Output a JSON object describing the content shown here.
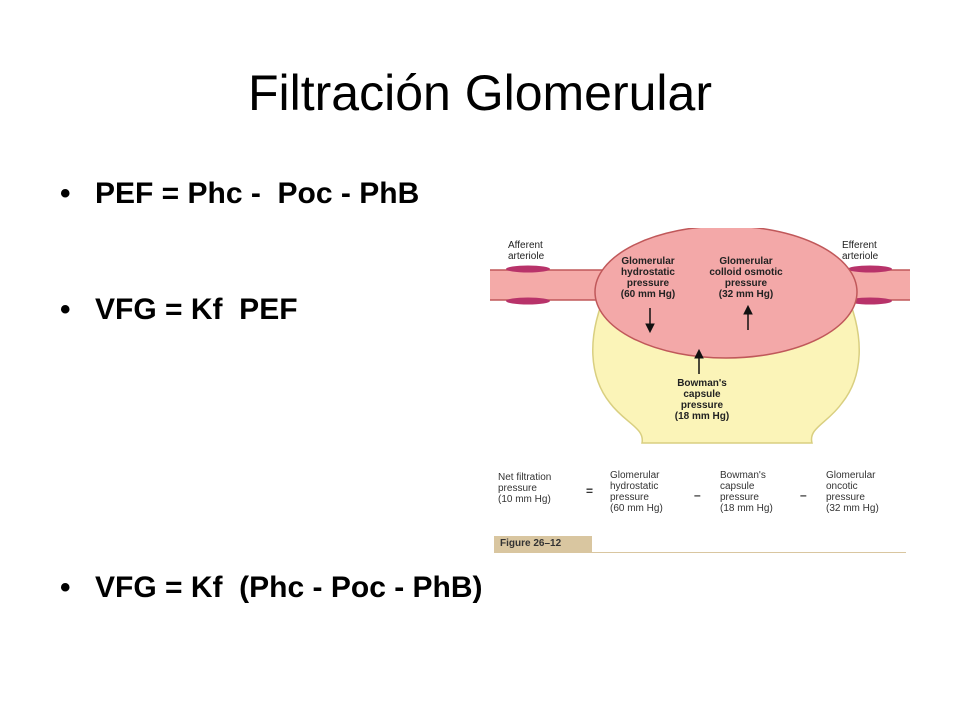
{
  "slide": {
    "title": "Filtración Glomerular",
    "bullets": [
      "PEF = Phc -  Poc - PhB",
      "VFG = Kf  PEF",
      "VFG = Kf  (Phc - Poc - PhB)"
    ],
    "bullet_symbol": "•"
  },
  "figure": {
    "afferent_label": [
      "Afferent",
      "arteriole"
    ],
    "efferent_label": [
      "Efferent",
      "arteriole"
    ],
    "glomerular_hydrostatic": [
      "Glomerular",
      "hydrostatic",
      "pressure",
      "(60 mm Hg)"
    ],
    "glomerular_colloid": [
      "Glomerular",
      "colloid osmotic",
      "pressure",
      "(32 mm Hg)"
    ],
    "bowman_capsule": [
      "Bowman's",
      "capsule",
      "pressure",
      "(18 mm Hg)"
    ],
    "equation": {
      "net": [
        "Net filtration",
        "pressure",
        "(10 mm Hg)"
      ],
      "term1": [
        "Glomerular",
        "hydrostatic",
        "pressure",
        "(60 mm Hg)"
      ],
      "term2": [
        "Bowman's",
        "capsule",
        "pressure",
        "(18 mm Hg)"
      ],
      "term3": [
        "Glomerular",
        "oncotic",
        "pressure",
        "(32 mm Hg)"
      ],
      "equals": "=",
      "minus": "–"
    },
    "caption": "Figure 26–12",
    "colors": {
      "glomerulus_fill": "#f3a8a8",
      "glomerulus_stroke": "#c0585a",
      "vessel_fill": "#f4aaa8",
      "vessel_dark": "#b8336a",
      "capsule_fill": "#fbf4b8",
      "capsule_stroke": "#d9cf80"
    }
  }
}
